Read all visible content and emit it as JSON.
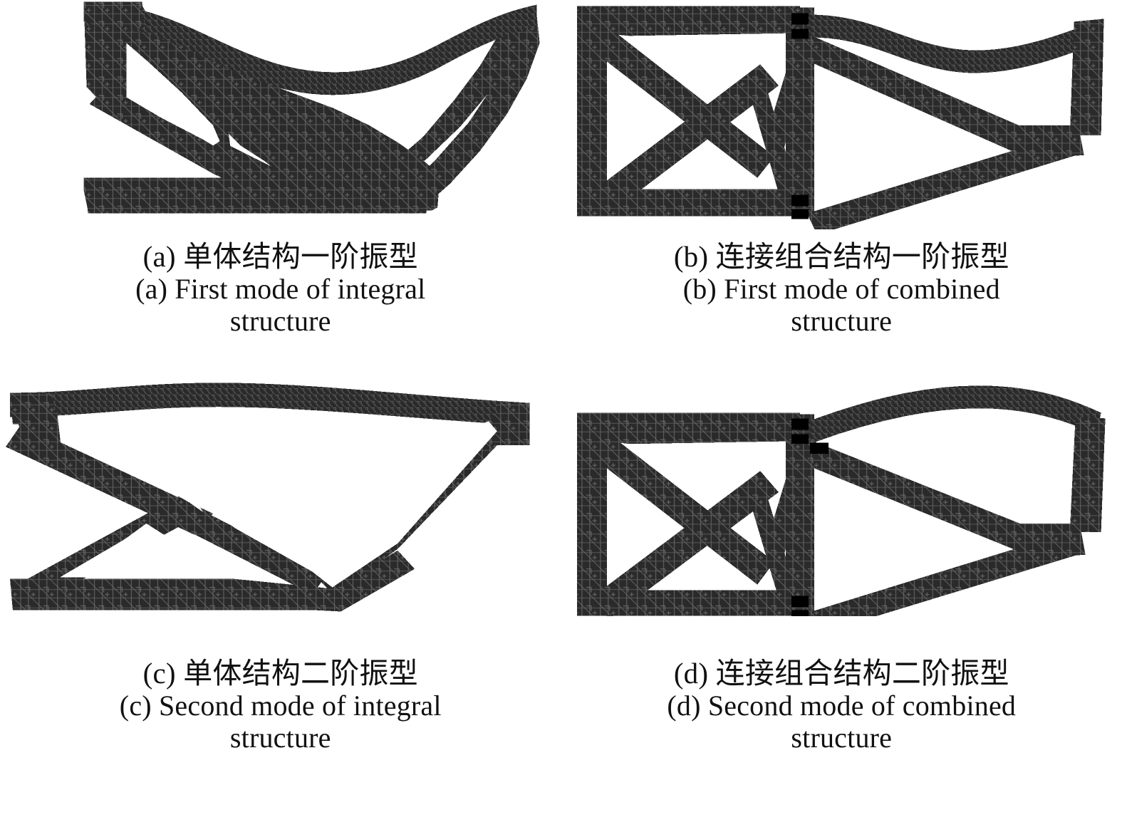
{
  "figure": {
    "title_implicit": "",
    "background_color": "#ffffff",
    "mesh_fill_color": "#2b2a2a",
    "mesh_line_color": "#6d6d6d",
    "joint_color": "#000000",
    "panels": [
      {
        "key": "a",
        "label_cn": "(a) 单体结构一阶振型",
        "label_en_line1": "(a) First mode of integral",
        "label_en_line2": "structure",
        "structure_type": "integral",
        "mode": "first",
        "has_connection_joints": false
      },
      {
        "key": "b",
        "label_cn": "(b) 连接组合结构一阶振型",
        "label_en_line1": "(b) First mode of combined",
        "label_en_line2": "structure",
        "structure_type": "combined",
        "mode": "first",
        "has_connection_joints": true
      },
      {
        "key": "c",
        "label_cn": "(c) 单体结构二阶振型",
        "label_en_line1": "(c) Second mode of integral",
        "label_en_line2": "structure",
        "structure_type": "integral",
        "mode": "second",
        "has_connection_joints": false
      },
      {
        "key": "d",
        "label_cn": "(d) 连接组合结构二阶振型",
        "label_en_line1": "(d) Second mode of combined",
        "label_en_line2": "structure",
        "structure_type": "combined",
        "mode": "second",
        "has_connection_joints": true
      }
    ]
  }
}
